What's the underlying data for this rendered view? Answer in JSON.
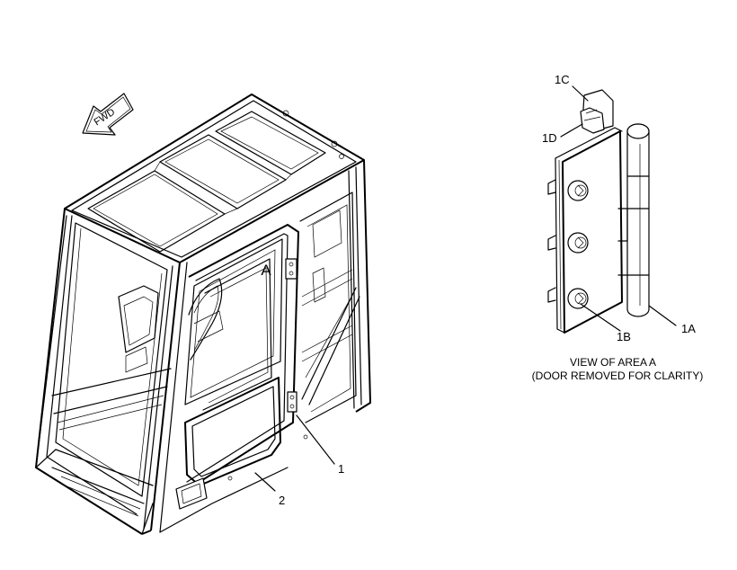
{
  "direction_arrow": {
    "label": "FWD"
  },
  "area_marker": {
    "label": "A"
  },
  "callouts": {
    "item_1": "1",
    "item_2": "2",
    "item_1a": "1A",
    "item_1b": "1B",
    "item_1c": "1C",
    "item_1d": "1D"
  },
  "detail_view": {
    "caption_line1": "VIEW OF AREA A",
    "caption_line2": "(DOOR REMOVED FOR CLARITY)"
  }
}
